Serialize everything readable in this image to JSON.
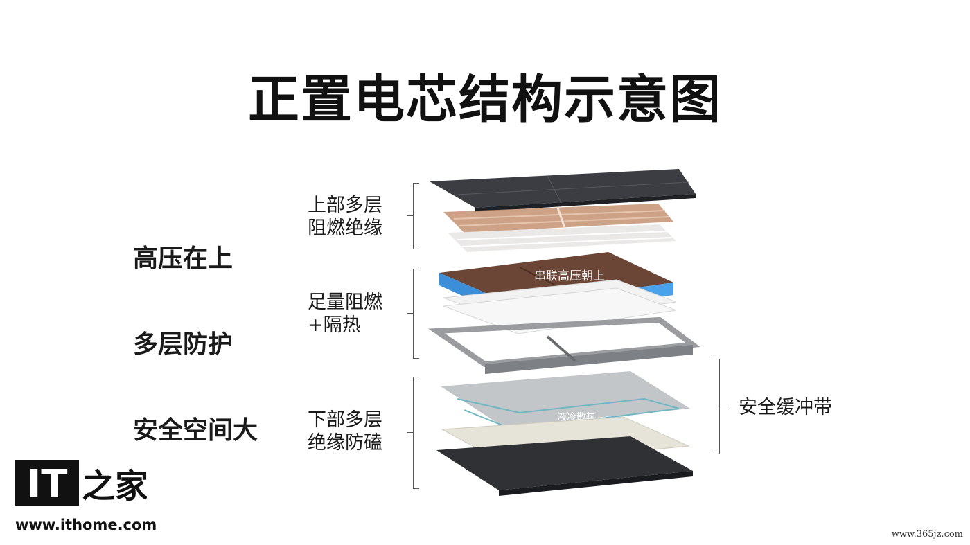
{
  "title": "正置电芯结构示意图",
  "features": [
    "高压在上",
    "多层防护",
    "安全空间大"
  ],
  "layer_labels": {
    "top": [
      "上部多层",
      "阻燃绝缘"
    ],
    "middle": [
      "足量阻燃",
      "+隔热"
    ],
    "bottom": [
      "下部多层",
      "绝缘防磕"
    ]
  },
  "right_label": "安全缓冲带",
  "diagram_labels": {
    "cells": "串联高压朝上",
    "cooling": "液冷散热"
  },
  "logo": {
    "text": "IT",
    "sub": "之家",
    "url": "www.ithome.com"
  },
  "watermark": "www.365jz.com"
}
